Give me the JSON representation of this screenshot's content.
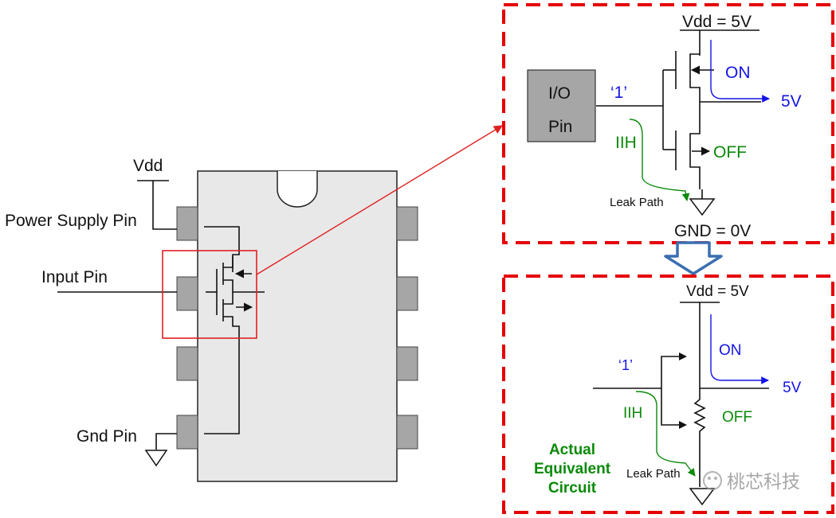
{
  "colors": {
    "chip_fill": "#e8e8e8",
    "pin_fill": "#a6a6a6",
    "highlight": "#e02020",
    "callout_border": "#e60000",
    "arrow_blue": "#3a6fb0",
    "on_blue": "#1414e6",
    "leak_green": "#0a8a0a"
  },
  "chip": {
    "vdd_label": "Vdd",
    "power_supply_pin": "Power Supply Pin",
    "input_pin": "Input Pin",
    "gnd_pin": "Gnd Pin"
  },
  "top_panel": {
    "vdd_label": "Vdd = 5V",
    "io_line1": "I/O",
    "io_line2": "Pin",
    "one_label": "‘1’",
    "iih_label": "IIH",
    "on_label": "ON",
    "off_label": "OFF",
    "out_label": "5V",
    "leak_label": "Leak Path",
    "gnd_label": "GND = 0V"
  },
  "bottom_panel": {
    "vdd_label": "Vdd = 5V",
    "one_label": "‘1’",
    "iih_label": "IIH",
    "on_label": "ON",
    "off_label": "OFF",
    "out_label": "5V",
    "leak_label": "Leak Path",
    "caption_line1": "Actual",
    "caption_line2": "Equivalent",
    "caption_line3": "Circuit"
  },
  "watermark": {
    "text": "桃芯科技"
  }
}
